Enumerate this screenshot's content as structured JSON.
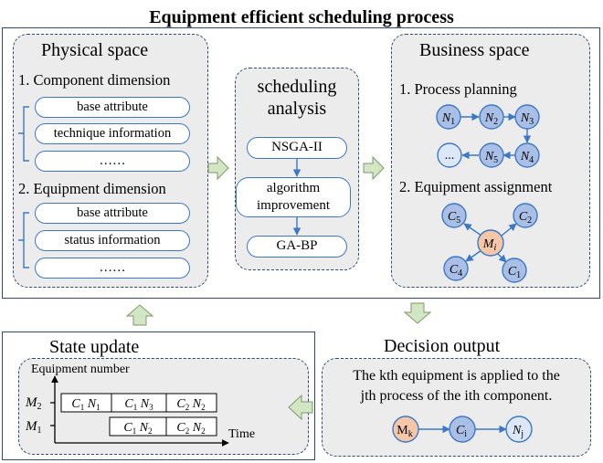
{
  "title": "Equipment efficient scheduling process",
  "physical": {
    "heading": "Physical space",
    "dim1": "1. Component dimension",
    "dim1_items": [
      "base attribute",
      "technique information",
      "……"
    ],
    "dim2": "2. Equipment dimension",
    "dim2_items": [
      "base attribute",
      "status information",
      "……"
    ]
  },
  "analysis": {
    "heading_line1": "scheduling",
    "heading_line2": "analysis",
    "box1": "NSGA-II",
    "box2_line1": "algorithm",
    "box2_line2": "improvement",
    "box3": "GA-BP"
  },
  "business": {
    "heading": "Business space",
    "step1": "1. Process planning",
    "step2": "2. Equipment assignment",
    "process_nodes": [
      "N1",
      "N2",
      "N3",
      "N4",
      "N5",
      "..."
    ],
    "machine_nodes": [
      "C5",
      "C2",
      "Mi",
      "C4",
      "C1"
    ]
  },
  "decision": {
    "heading": "Decision output",
    "text_line1": "The kth equipment is applied to the",
    "text_line2": "jth process of the ith component.",
    "nodes": [
      "Mk",
      "Ci",
      "Nj"
    ]
  },
  "state": {
    "heading": "State update",
    "y_axis_label": "Equipment number",
    "x_axis_label": "Time",
    "rows": [
      {
        "machine": "M2",
        "cells": [
          "C1 N1",
          "C1 N3",
          "C2 N2"
        ]
      },
      {
        "machine": "M1",
        "cells": [
          "C1 N2",
          "C2 N2"
        ]
      }
    ]
  },
  "colors": {
    "frame": "#2f4a72",
    "panel": "#ececec",
    "pill_border": "#3b78c6",
    "node_blue": "#a9bfe6",
    "node_orange": "#f6c7a6",
    "node_light": "#dce8f7",
    "arrow_green": "#d3e6c4"
  }
}
